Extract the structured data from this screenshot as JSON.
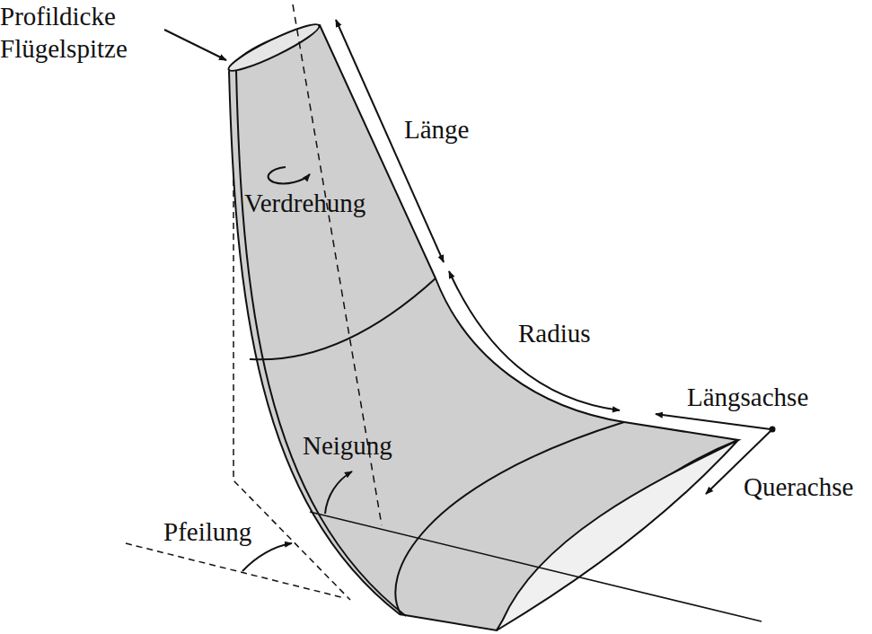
{
  "diagram": {
    "labels": [
      "Profildicke Flügelspitze",
      "Länge",
      "Verdrehung",
      "Radius",
      "Längsachse",
      "Neigung",
      "Querachse",
      "Pfeilung"
    ]
  }
}
